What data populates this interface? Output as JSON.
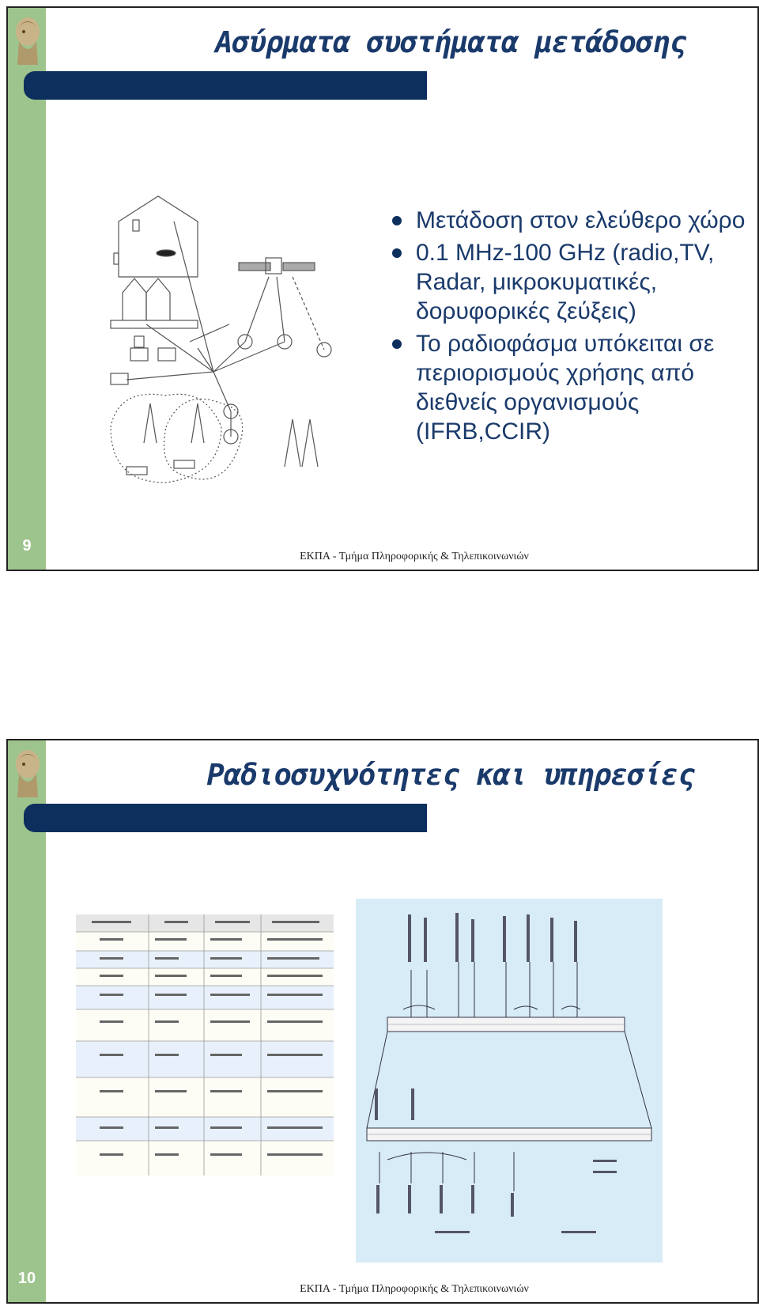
{
  "slides": [
    {
      "number": "9",
      "title": "Ασύρματα συστήματα μετάδοσης",
      "bullets": [
        "Μετάδοση στον ελεύθερο χώρο",
        "0.1 MHz-100 GHz (radio,TV, Radar, μικροκυματικές, δορυφορικές ζεύξεις)",
        "Το ραδιοφάσμα υπόκειται σε περιορισμούς χρήσης από διεθνείς οργανισμούς (IFRB,CCIR)"
      ],
      "footer": "ΕΚΠΑ - Τμήμα Πληροφορικής & Τηλεπικοινωνιών"
    },
    {
      "number": "10",
      "title": "Ραδιοσυχνότητες και υπηρεσίες",
      "footer": "ΕΚΠΑ - Τμήμα Πληροφορικής & Τηλεπικοινωνιών"
    }
  ],
  "colors": {
    "green_bar": "#9ec48d",
    "title_text": "#1a3a6b",
    "title_bar": "#0d2f5e"
  }
}
